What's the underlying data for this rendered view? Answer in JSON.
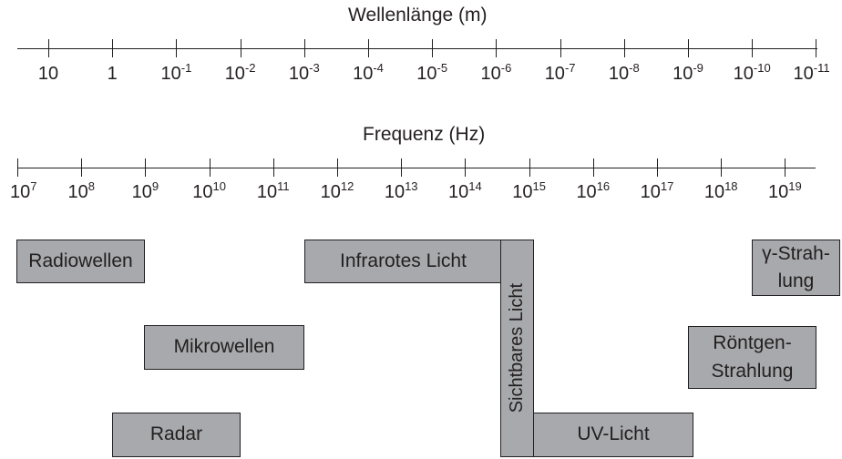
{
  "wavelength_axis": {
    "title": "Wellenlänge (m)",
    "ticks": [
      {
        "base": "10",
        "exp": ""
      },
      {
        "base": "1",
        "exp": ""
      },
      {
        "base": "10",
        "exp": "-1"
      },
      {
        "base": "10",
        "exp": "-2"
      },
      {
        "base": "10",
        "exp": "-3"
      },
      {
        "base": "10",
        "exp": "-4"
      },
      {
        "base": "10",
        "exp": "-5"
      },
      {
        "base": "10",
        "exp": "-6"
      },
      {
        "base": "10",
        "exp": "-7"
      },
      {
        "base": "10",
        "exp": "-8"
      },
      {
        "base": "10",
        "exp": "-9"
      },
      {
        "base": "10",
        "exp": "-10"
      },
      {
        "base": "10",
        "exp": "-11"
      }
    ]
  },
  "frequency_axis": {
    "title": "Frequenz (Hz)",
    "ticks": [
      {
        "base": "10",
        "exp": "7"
      },
      {
        "base": "10",
        "exp": "8"
      },
      {
        "base": "10",
        "exp": "9"
      },
      {
        "base": "10",
        "exp": "10"
      },
      {
        "base": "10",
        "exp": "11"
      },
      {
        "base": "10",
        "exp": "12"
      },
      {
        "base": "10",
        "exp": "13"
      },
      {
        "base": "10",
        "exp": "14"
      },
      {
        "base": "10",
        "exp": "15"
      },
      {
        "base": "10",
        "exp": "16"
      },
      {
        "base": "10",
        "exp": "17"
      },
      {
        "base": "10",
        "exp": "18"
      },
      {
        "base": "10",
        "exp": "19"
      }
    ]
  },
  "bands": {
    "radiowellen": "Radiowellen",
    "mikrowellen": "Mikrowellen",
    "radar": "Radar",
    "infrarot": "Infrarotes Licht",
    "sichtbar": "Sichtbares Licht",
    "uv": "UV-Licht",
    "roentgen": "Röntgen-\nStrahlung",
    "gamma": "γ-Strah-\nlung"
  },
  "colors": {
    "band_fill": "#a7a9ac",
    "ink": "#231f20"
  }
}
